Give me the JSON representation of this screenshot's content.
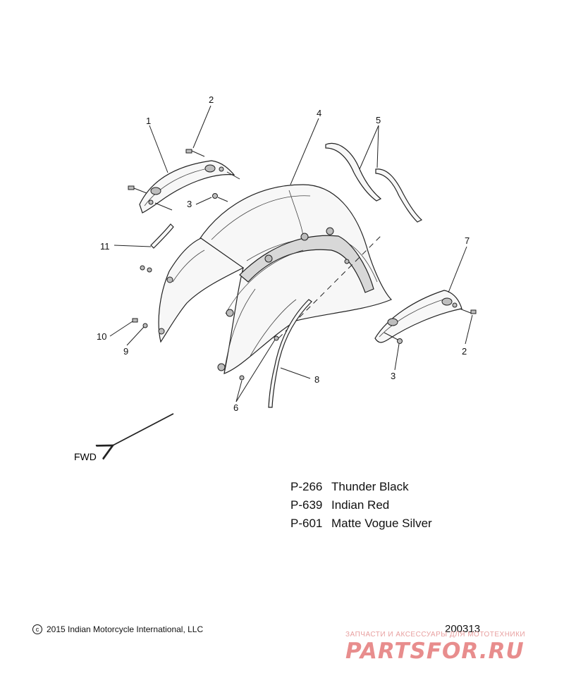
{
  "callouts": {
    "c1": "1",
    "c2a": "2",
    "c2b": "2",
    "c3a": "3",
    "c3b": "3",
    "c4": "4",
    "c5": "5",
    "c6": "6",
    "c7": "7",
    "c8": "8",
    "c9": "9",
    "c10": "10",
    "c11": "11"
  },
  "direction_label": "FWD",
  "color_table": [
    {
      "code": "P-266",
      "name": "Thunder Black"
    },
    {
      "code": "P-639",
      "name": "Indian Red"
    },
    {
      "code": "P-601",
      "name": "Matte Vogue Silver"
    }
  ],
  "copyright": "2015 Indian Motorcycle International, LLC",
  "diagram_id": "200313",
  "watermark": {
    "tagline": "ЗАПЧАСТИ И АКСЕССУАРЫ ДЛЯ МОТОТЕХНИКИ",
    "logo": "PARTSFOR.RU"
  }
}
